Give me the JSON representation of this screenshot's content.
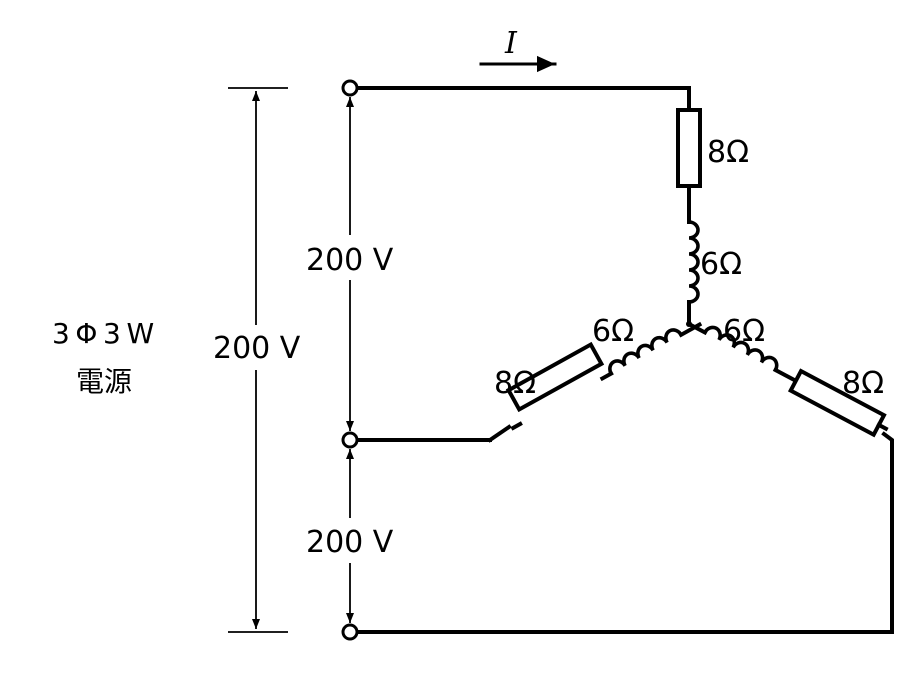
{
  "source": {
    "label_line1": "3 Φ 3 W",
    "label_line2": "電源"
  },
  "voltages": {
    "line_overall": "200 V",
    "line_upper": "200 V",
    "line_lower": "200 V"
  },
  "current": {
    "symbol": "I"
  },
  "components": {
    "top_resistor": "8Ω",
    "top_inductor": "6Ω",
    "left_inductor": "6Ω",
    "left_resistor": "8Ω",
    "right_inductor": "6Ω",
    "right_resistor": "8Ω"
  }
}
